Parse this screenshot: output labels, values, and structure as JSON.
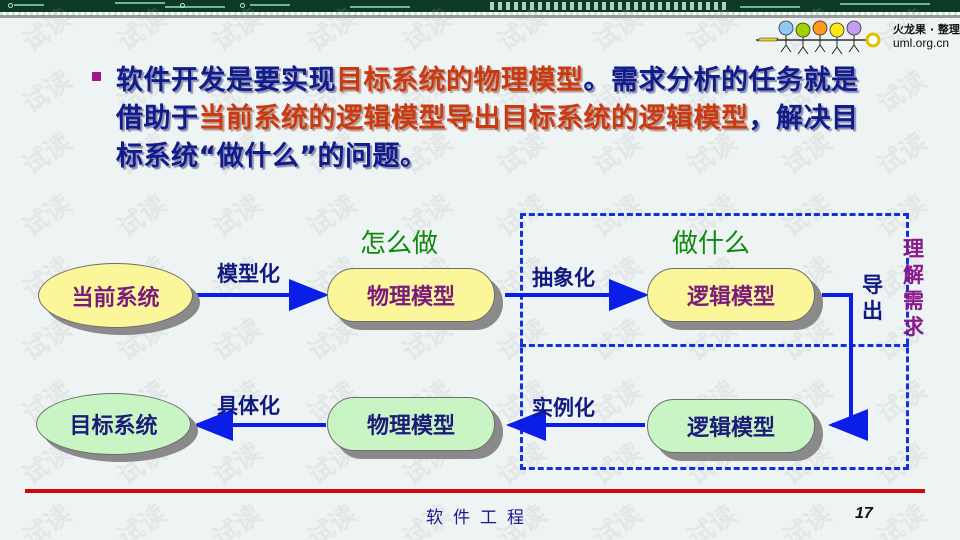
{
  "header": {
    "logo": {
      "title": "火龙果 · 整理",
      "url": "uml.org.cn",
      "figures": [
        "#8fc8f5",
        "#9cd400",
        "#ff9a1a",
        "#ffe81a",
        "#c49cf0"
      ]
    }
  },
  "watermark": "试读",
  "bullet": {
    "segments": [
      {
        "text": "软件开发是要实现",
        "highlight": false
      },
      {
        "text": "目标系统的物理模型",
        "highlight": true
      },
      {
        "text": "。需求分析的任务就是借助于",
        "highlight": false
      },
      {
        "text": "当前系统的逻辑模型导出目标系统的逻辑模型",
        "highlight": true
      },
      {
        "text": "，解决目标系统“做什么”的问题。",
        "highlight": false
      }
    ]
  },
  "diagram": {
    "headings": {
      "how": "怎么做",
      "what": "做什么"
    },
    "nodes": {
      "current_system": "当前系统",
      "physical_model_top": "物理模型",
      "logical_model_top": "逻辑模型",
      "target_system": "目标系统",
      "physical_model_bottom": "物理模型",
      "logical_model_bottom": "逻辑模型"
    },
    "edges": {
      "modeling": "模型化",
      "abstraction": "抽象化",
      "derive": "导出",
      "instantiation": "实例化",
      "concretization": "具体化"
    },
    "side_label": "理解需求",
    "colors": {
      "arrow": "#0a1ee8",
      "dashed_box": "#1330e0",
      "top_node_fill": "#fbf69a",
      "bottom_node_fill": "#c9f5c4",
      "heading": "#0f8a0f",
      "side_label": "#8a1a8a"
    }
  },
  "footer": {
    "title": "软件工程",
    "page_number": "17"
  }
}
